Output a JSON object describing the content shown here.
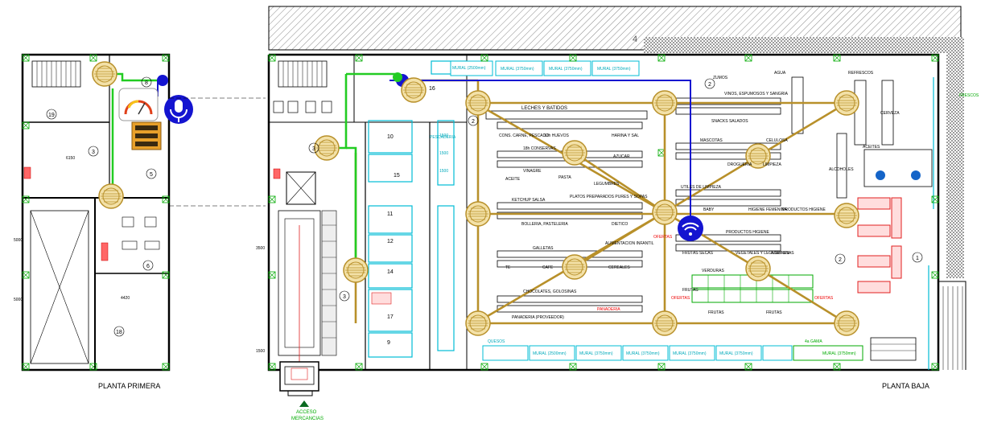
{
  "planta_primera_label": "PLANTA   PRIMERA",
  "planta_baja_label": "PLANTA   BAJA",
  "acceso_label": [
    "ACCESO",
    "MERCANCIAS"
  ],
  "top_number": "4",
  "room_numbers_left": [
    "19",
    "3",
    "5",
    "6",
    "18",
    "8"
  ],
  "room_numbers_right": [
    "2",
    "3",
    "3",
    "10",
    "11",
    "12",
    "14",
    "15",
    "16",
    "17",
    "9",
    "2",
    "1",
    "2"
  ],
  "aisles": [
    "LECHES Y BATIDOS",
    "CONS. CARNE, PESCADO",
    "12h HUEVOS",
    "HARINA Y SAL",
    "18h CONSERVAS",
    "AZUCAR",
    "ACEITE",
    "VINAGRE",
    "PASTA",
    "LEGUMBRES",
    "KETCHUP SALSA",
    "PLATOS PREPARADOS PURES Y SOPAS",
    "BOLLERIA, PASTELERIA",
    "DIETICO",
    "GALLETAS",
    "ALIMENTACION INFANTIL",
    "CAFE",
    "TE",
    "CEREALES",
    "CHOCOLATES, GOLOSINAS",
    "PANADERIA (PROVEEDOR)",
    "PANADERIA",
    "ZUMOS",
    "AGUA",
    "REFRESCOS",
    "VINOS, ESPUMOSOS Y SANGRIA",
    "SNACKS SALADOS",
    "CERVEZA",
    "MASCOTAS",
    "CELULOSA",
    "DROGUERIA",
    "LIMPIEZA",
    "UTILES DE LIMPIEZA",
    "BABY",
    "HIGIENE FEMENINA",
    "PRODUCTOS HIGIENE",
    "PRODUCTOS HIGIENE",
    "FRUTAS SECAS",
    "VEGETALES Y LEGUMBRES",
    "ACEITUNAS",
    "VERDURAS",
    "FRUTAS",
    "FRUTAS",
    "ALCOHOLES",
    "ACEITES"
  ],
  "murals_top": [
    "MURAL (2500mm)",
    "MURAL (3750mm)",
    "MURAL (3750mm)",
    "MURAL (3750mm)"
  ],
  "murals_bottom": [
    "QUESOS",
    "MURAL (2500mm)",
    "MURAL (3750mm)",
    "MURAL (3750mm)",
    "MURAL (3750mm)",
    "MURAL (3750mm)",
    "4a GAMA",
    "MURAL (3750mm)"
  ],
  "side_labels": [
    "PESCADERIA",
    "OFERTAS",
    "OFERTAS",
    "OFERTAS",
    "FRUTAS",
    "FRESCOS"
  ],
  "dims": [
    "1500",
    "1500",
    "1500",
    "5000",
    "5000",
    "3500",
    "6150",
    "4420",
    "1500"
  ],
  "colors": {
    "speaker": "#c8a040",
    "route_brown": "#b8902a",
    "route_green": "#22cc22",
    "route_blue": "#1414d0",
    "cyan": "#00bcd4",
    "red": "#e02020",
    "wall": "#000000"
  },
  "icons": [
    "speaker-icon",
    "wifi-icon",
    "microphone-icon",
    "amplifier-icon",
    "gauge-icon",
    "column-icon"
  ]
}
